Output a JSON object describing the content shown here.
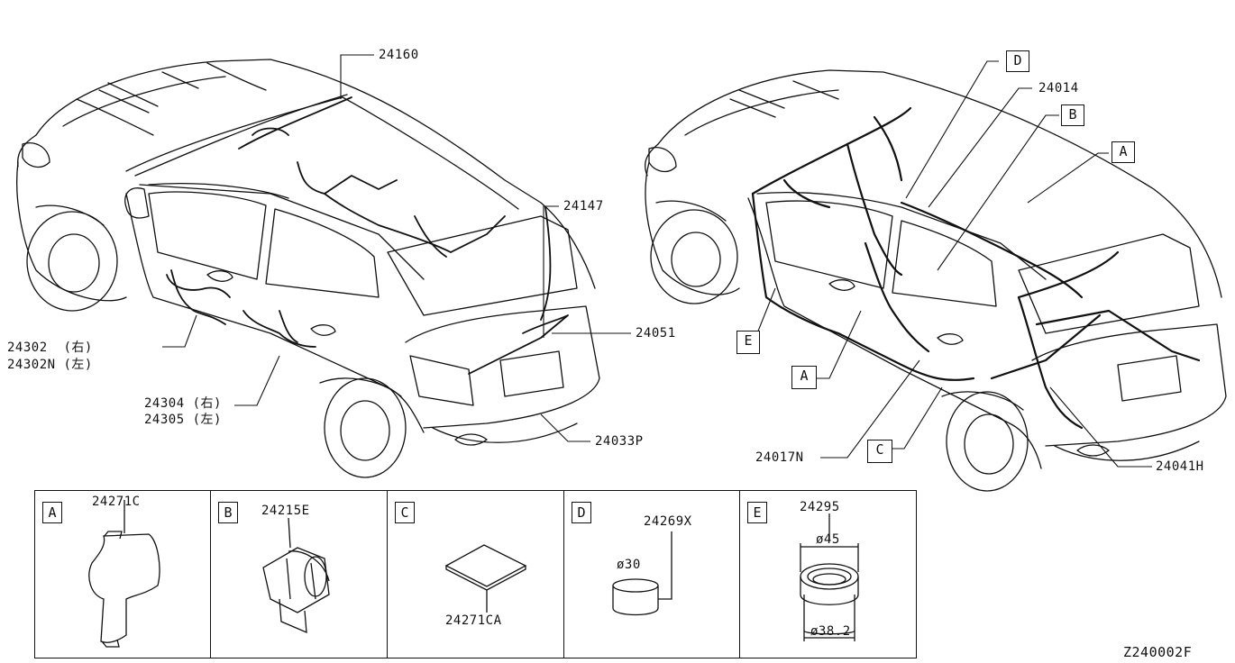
{
  "callouts": {
    "c24160": "24160",
    "c24147": "24147",
    "c24051": "24051",
    "c24033P": "24033P",
    "c24302": "24302  (右)",
    "c24302N": "24302N (左)",
    "c24304": "24304 (右)",
    "c24305": "24305 (左)",
    "c24014": "24014",
    "c24017N": "24017N",
    "c24041H": "24041H"
  },
  "ref_boxes": {
    "D": "D",
    "B": "B",
    "A_right": "A",
    "E": "E",
    "A_mid": "A",
    "C": "C"
  },
  "panels": [
    {
      "letter": "A",
      "part": "24271C"
    },
    {
      "letter": "B",
      "part": "24215E"
    },
    {
      "letter": "C",
      "part": "24271CA"
    },
    {
      "letter": "D",
      "part": "24269X",
      "dim": "ø30"
    },
    {
      "letter": "E",
      "part": "24295",
      "dim_outer": "ø45",
      "dim_inner": "ø38.2"
    }
  ],
  "diagram_code": "Z240002F"
}
